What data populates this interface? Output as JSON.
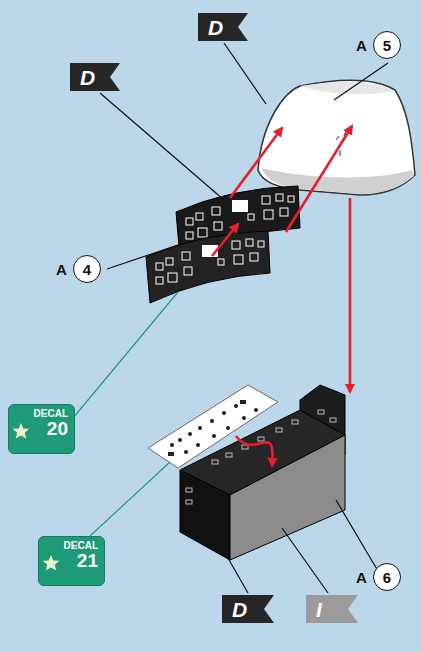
{
  "diagram": {
    "nodes": [
      {
        "text": [
          "D"
        ]
      },
      {
        "text": [
          "A",
          "5"
        ]
      },
      {
        "text": [
          "D"
        ]
      },
      {
        "text": [
          "A",
          "4"
        ]
      },
      {
        "text": [
          "DECAL",
          "20"
        ]
      },
      {
        "text": [
          "DECAL",
          "21"
        ]
      },
      {
        "text": [
          "A",
          "6"
        ]
      },
      {
        "text": [
          "D"
        ]
      },
      {
        "text": [
          "I"
        ]
      }
    ]
  }
}
